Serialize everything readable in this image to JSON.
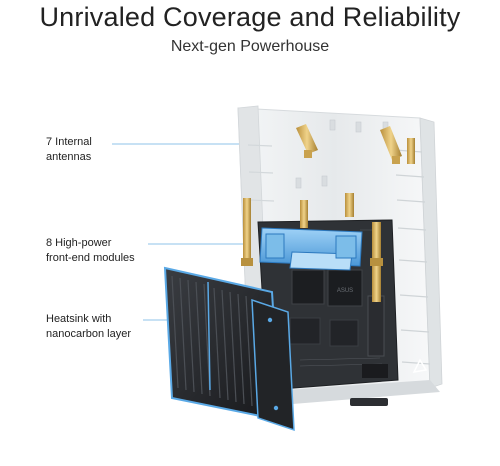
{
  "header": {
    "title": "Unrivaled Coverage and Reliability",
    "subtitle": "Next-gen Powerhouse"
  },
  "callouts": [
    {
      "label": "7 Internal\nantennas"
    },
    {
      "label": "8 High-power\nfront-end modules"
    },
    {
      "label": "Heatsink with\nnanocarbon layer"
    }
  ],
  "colors": {
    "accent_blue": "#5aa9e6",
    "heatsink": "#2a2c30",
    "chassis": "#eceff1",
    "antenna_gold": "#d9b25c"
  },
  "icons": [
    "router-chassis-illustration",
    "heatsink-illustration",
    "antenna-illustration",
    "front-end-module-illustration"
  ]
}
